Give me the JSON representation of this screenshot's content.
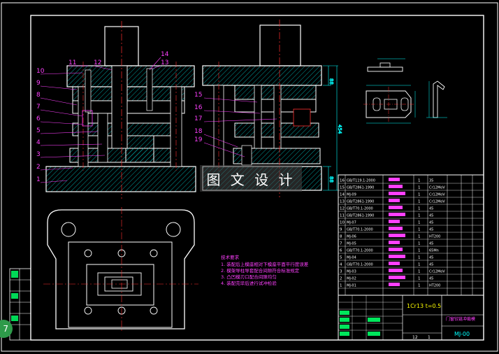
{
  "callouts": {
    "left": [
      "10",
      "9",
      "8",
      "7",
      "6",
      "5",
      "4",
      "3",
      "2",
      "1"
    ],
    "top": [
      "11",
      "12",
      "14",
      "13"
    ],
    "middle": [
      "15",
      "16",
      "17",
      "18",
      "19"
    ]
  },
  "dims": {
    "side_a": "88",
    "side_b": "454",
    "side_c": "88"
  },
  "notes": {
    "title": "技术要求",
    "lines": [
      "1. 装配后上模座相对下模座平面平行度误差",
      "2. 模架导柱导套配合间隙符合标准规定",
      "3. 凸凹模刃口配合间隙均匀",
      "4. 装配完毕后进行试冲检验"
    ]
  },
  "table": {
    "rows": [
      {
        "code": "GB/T119.1-2000",
        "mat": "35"
      },
      {
        "code": "GB/T2861-1990",
        "mat": "Cr12MoV"
      },
      {
        "code": "MJ-09",
        "mat": "Cr12MoV"
      },
      {
        "code": "GB/T2861-1990",
        "mat": "Cr12MoV"
      },
      {
        "code": "GB/T70.1-2000",
        "mat": "45"
      },
      {
        "code": "GB/T2861-1990",
        "mat": "45"
      },
      {
        "code": "MJ-07",
        "mat": "45"
      },
      {
        "code": "GB/T70.1-2000",
        "mat": "45"
      },
      {
        "code": "MJ-06",
        "mat": "HT200"
      },
      {
        "code": "MJ-05",
        "mat": "45"
      },
      {
        "code": "GB/T70.1-2000",
        "mat": "65Mn"
      },
      {
        "code": "MJ-04",
        "mat": "45"
      },
      {
        "code": "GB/T70.1-2000",
        "mat": "45"
      },
      {
        "code": "MJ-03",
        "mat": "Cr12MoV"
      },
      {
        "code": "MJ-02",
        "mat": "45"
      },
      {
        "code": "MJ-01",
        "mat": "HT200"
      }
    ],
    "material_title": "1Cr13 t=0.5",
    "part_name": "门窗铰链冲裁模",
    "drawing_no": "MJ-00",
    "scale": "12",
    "sheet_count": "1"
  },
  "badge": "7",
  "watermark": "图 文 设 计",
  "colors": {
    "outline": "#ffffff",
    "centerline": "#ff3030",
    "callout": "#ff40ff",
    "dimension": "#00ffff",
    "hatch": "#00c8c8",
    "notes": "#ff40ff",
    "yellow": "#ffff00",
    "green": "#00ff66"
  }
}
